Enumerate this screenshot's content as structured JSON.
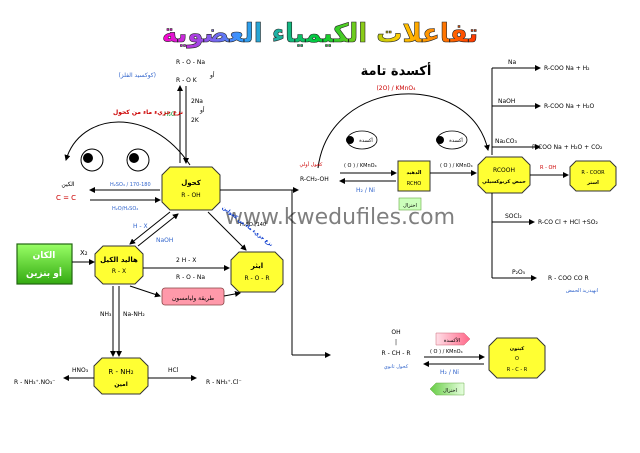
{
  "title": "تفاعلات الكيمياء العضوية",
  "watermark": "www.kwedufiles.com",
  "nodes": {
    "alkane": {
      "line1": "الكان",
      "line2": "أو بنزين"
    },
    "alkyl_halide": {
      "line1": "هاليد الكيل",
      "line2": "R - X"
    },
    "alcohol": {
      "line1": "كحول",
      "line2": "R - OH"
    },
    "ether": {
      "line1": "ايثر",
      "line2": "R - O - R"
    },
    "amine": {
      "line1": "R - NH₂",
      "line2": "امين"
    },
    "aldehyde": {
      "line1": "الدهيد",
      "line2": "RCHO"
    },
    "acid": {
      "line1": "RCOOH",
      "line2": "حمض كربوكسيلي"
    },
    "ester": {
      "line1": "R - COOR",
      "line2": "استر"
    },
    "ketone": {
      "line1": "كيتون",
      "line2": "O",
      "line3": "R - C - R"
    },
    "williamson": "طريقة وليامسون",
    "alkene": "الكين",
    "alkene_formula": "C = C"
  },
  "labels": {
    "ro_na": "R - O - Na",
    "ro_k": "R - O K",
    "metal_oxide": "(كوكسيد الفلز)",
    "na2": "2Na",
    "or1": "أو",
    "k2": "2K",
    "or2": "أو",
    "h2o": "H₂O",
    "dehydration": "نزع جزيء ماء من كحول",
    "cond_alkene_1": "H₂SO₄ / 170-180",
    "cond_alkene_2": "H₂O/H₂SO₄",
    "hx": "H - X",
    "naoh": "NaOH",
    "cond_ether": "H₂SO₄/140",
    "ether_arrow": "نزع جزيء ماء من كحولين",
    "x2": "X₂",
    "two_hx": "2 H - X",
    "ro_na_2": "R - O - Na",
    "nh3": "NH₃",
    "nanh2": "Na-NH₂",
    "hno3": "HNO₃",
    "amine_nitrate": "R - NH₃⁺.NO₃⁻",
    "hcl": "HCl",
    "amine_chloride": "R - NH₃⁺.Cl⁻",
    "full_oxidation": "أكسدة تامة",
    "full_ox_reagent": "(2O) / KMnO₄",
    "oxidation_1": "أكسدة",
    "oxidation_2": "أكسدة",
    "ox_reagent_1": "( O ) / KMnO₄",
    "ox_reagent_2": "( O ) / KMnO₄",
    "primary_alcohol": "كحول أولي",
    "primary_formula": "R-CH₂-OH",
    "reduction_1": "H₂ / Ni",
    "reduction_2": "اختزال",
    "na": "Na",
    "na_product": "R-COO Na  + H₂",
    "naoh2": "NaOH",
    "naoh_product": "R-COO Na  + H₂O",
    "na2co3": "Na₂CO₃",
    "na2co3_product": "R-COO Na + H₂O + CO₂",
    "r_oh": "R - OH",
    "socl2": "SOCl₂",
    "socl2_product": "R-CO Cl  + HCl  +SO₂",
    "p2o5": "P₂O₅",
    "anhydride": "R - COO CO R",
    "anhydride_label": "انهيدريد الحمض",
    "sec_oh": "OH",
    "sec_bar": "|",
    "sec_formula": "R - CH - R",
    "secondary_alcohol": "كحول ثانوي",
    "oxidation_3": "الأكسدة",
    "ox_reagent_3": "( O ) / KMnO₄",
    "reduction_3": "H₂ / Ni",
    "reduction_4": "اختزال"
  }
}
